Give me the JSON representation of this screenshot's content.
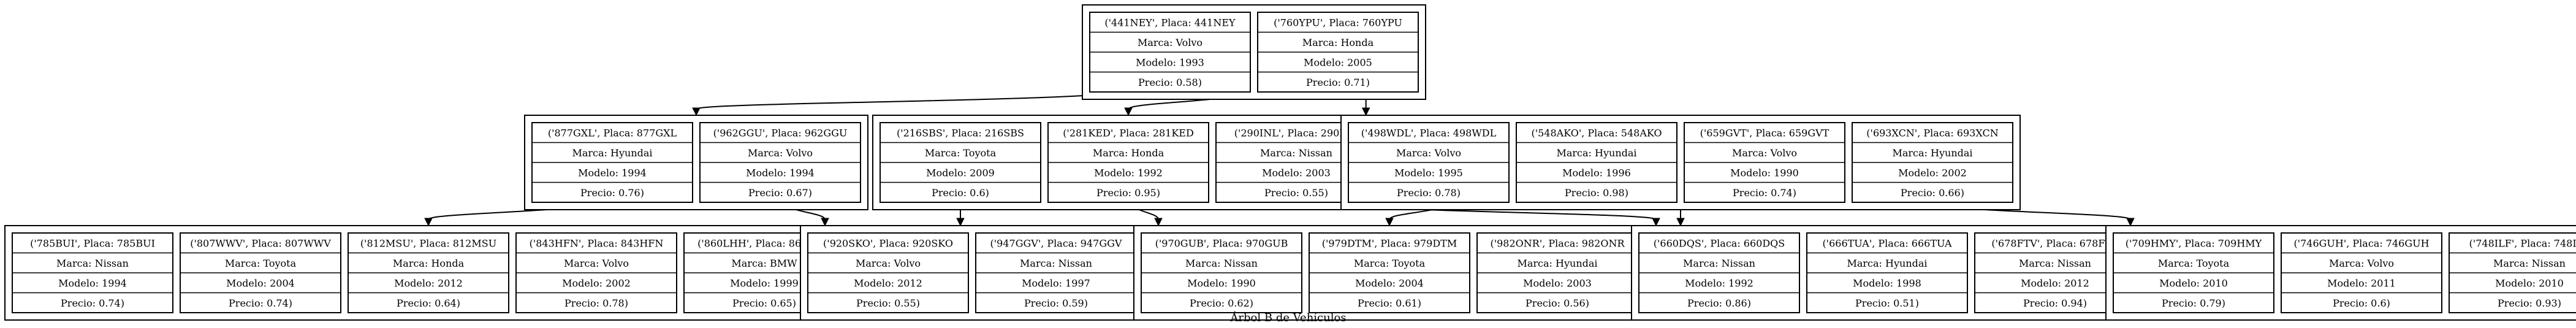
{
  "title": "Árbol B de Vehículos",
  "field_labels": {
    "marca": "Marca",
    "modelo": "Modelo",
    "precio": "Precio"
  },
  "nodes": [
    {
      "id": "root",
      "level": 0,
      "records": [
        {
          "key": "441NEY",
          "marca": "Volvo",
          "modelo": "1993",
          "precio": "0.58"
        },
        {
          "key": "760YPU",
          "marca": "Honda",
          "modelo": "2005",
          "precio": "0.71"
        }
      ]
    },
    {
      "id": "L1-0",
      "level": 1,
      "records": [
        {
          "key": "877GXL",
          "marca": "Hyundai",
          "modelo": "1994",
          "precio": "0.76"
        },
        {
          "key": "962GGU",
          "marca": "Volvo",
          "modelo": "1994",
          "precio": "0.67"
        }
      ]
    },
    {
      "id": "L1-1",
      "level": 1,
      "records": [
        {
          "key": "216SBS",
          "marca": "Toyota",
          "modelo": "2009",
          "precio": "0.6"
        },
        {
          "key": "281KED",
          "marca": "Honda",
          "modelo": "1992",
          "precio": "0.95"
        },
        {
          "key": "290INL",
          "marca": "Nissan",
          "modelo": "2003",
          "precio": "0.55"
        }
      ]
    },
    {
      "id": "L1-2",
      "level": 1,
      "records": [
        {
          "key": "498WDL",
          "marca": "Volvo",
          "modelo": "1995",
          "precio": "0.78"
        },
        {
          "key": "548AKO",
          "marca": "Hyundai",
          "modelo": "1996",
          "precio": "0.98"
        },
        {
          "key": "659GVT",
          "marca": "Volvo",
          "modelo": "1990",
          "precio": "0.74"
        },
        {
          "key": "693XCN",
          "marca": "Hyundai",
          "modelo": "2002",
          "precio": "0.66"
        }
      ]
    },
    {
      "id": "L2-0",
      "level": 2,
      "records": [
        {
          "key": "785BUI",
          "marca": "Nissan",
          "modelo": "1994",
          "precio": "0.74"
        },
        {
          "key": "807WWV",
          "marca": "Toyota",
          "modelo": "2004",
          "precio": "0.74"
        },
        {
          "key": "812MSU",
          "marca": "Honda",
          "modelo": "2012",
          "precio": "0.64"
        },
        {
          "key": "843HFN",
          "marca": "Volvo",
          "modelo": "2002",
          "precio": "0.78"
        },
        {
          "key": "860LHH",
          "marca": "BMW",
          "modelo": "1999",
          "precio": "0.65"
        }
      ]
    },
    {
      "id": "L2-1",
      "level": 2,
      "records": [
        {
          "key": "920SKO",
          "marca": "Volvo",
          "modelo": "2012",
          "precio": "0.55"
        },
        {
          "key": "947GGV",
          "marca": "Nissan",
          "modelo": "1997",
          "precio": "0.59"
        }
      ]
    },
    {
      "id": "L2-2",
      "level": 2,
      "records": [
        {
          "key": "970GUB",
          "marca": "Nissan",
          "modelo": "1990",
          "precio": "0.62"
        },
        {
          "key": "979DTM",
          "marca": "Toyota",
          "modelo": "2004",
          "precio": "0.61"
        },
        {
          "key": "982ONR",
          "marca": "Hyundai",
          "modelo": "2003",
          "precio": "0.56"
        }
      ]
    },
    {
      "id": "L2-3",
      "level": 2,
      "records": [
        {
          "key": "660DQS",
          "marca": "Nissan",
          "modelo": "1992",
          "precio": "0.86"
        },
        {
          "key": "666TUA",
          "marca": "Hyundai",
          "modelo": "1998",
          "precio": "0.51"
        },
        {
          "key": "678FTV",
          "marca": "Nissan",
          "modelo": "2012",
          "precio": "0.94"
        }
      ]
    },
    {
      "id": "L2-4",
      "level": 2,
      "records": [
        {
          "key": "709HMY",
          "marca": "Toyota",
          "modelo": "2010",
          "precio": "0.79"
        },
        {
          "key": "746GUH",
          "marca": "Volvo",
          "modelo": "2011",
          "precio": "0.6"
        },
        {
          "key": "748ILF",
          "marca": "Nissan",
          "modelo": "2010",
          "precio": "0.93"
        }
      ]
    }
  ],
  "edges": [
    {
      "from": "root",
      "to": "L1-0"
    },
    {
      "from": "root",
      "to": "L1-1"
    },
    {
      "from": "root",
      "to": "L1-2"
    },
    {
      "from": "L1-0",
      "to": "L2-0"
    },
    {
      "from": "L1-0",
      "to": "L2-1"
    },
    {
      "from": "L1-1",
      "to": "L2-1"
    },
    {
      "from": "L1-1",
      "to": "L2-2"
    },
    {
      "from": "L1-1",
      "to": "L2-3"
    },
    {
      "from": "L1-2",
      "to": "L2-2"
    },
    {
      "from": "L1-2",
      "to": "L2-3"
    },
    {
      "from": "L1-2",
      "to": "L2-4"
    }
  ]
}
